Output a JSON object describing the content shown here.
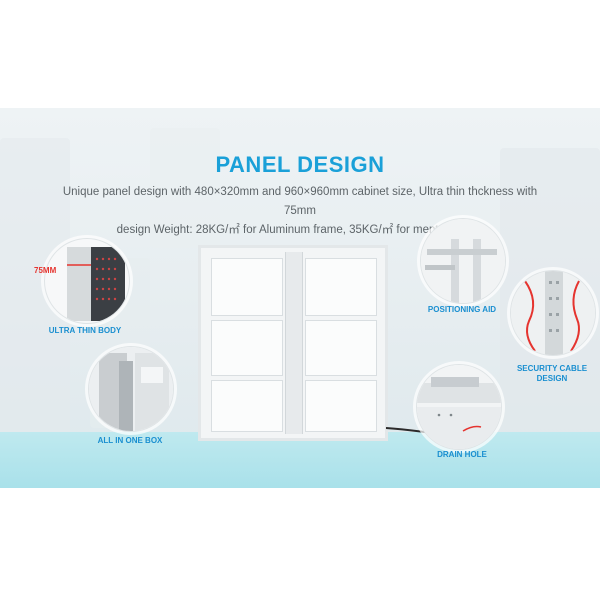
{
  "heading": "PANEL DESIGN",
  "description_line1": "Unique panel design with 480×320mm and 960×960mm cabinet size, Ultra thin thckness with 75mm",
  "description_line2": "design Weight: 28KG/㎡ for Aluminum frame, 35KG/㎡ for mental frame.",
  "callouts": {
    "thickness_tag": "75MM",
    "ultra_thin": "ULTRA THIN BODY",
    "all_in_one": "ALL IN ONE BOX",
    "positioning": "POSITIONING AID",
    "security_cable_line1": "SECURITY CABLE",
    "security_cable_line2": "DESIGN",
    "drain_hole": "DRAIN HOLE"
  },
  "colors": {
    "accent_blue": "#1aa0d8",
    "tag_red": "#e5342f",
    "teal_band": "#b3e4ec"
  }
}
